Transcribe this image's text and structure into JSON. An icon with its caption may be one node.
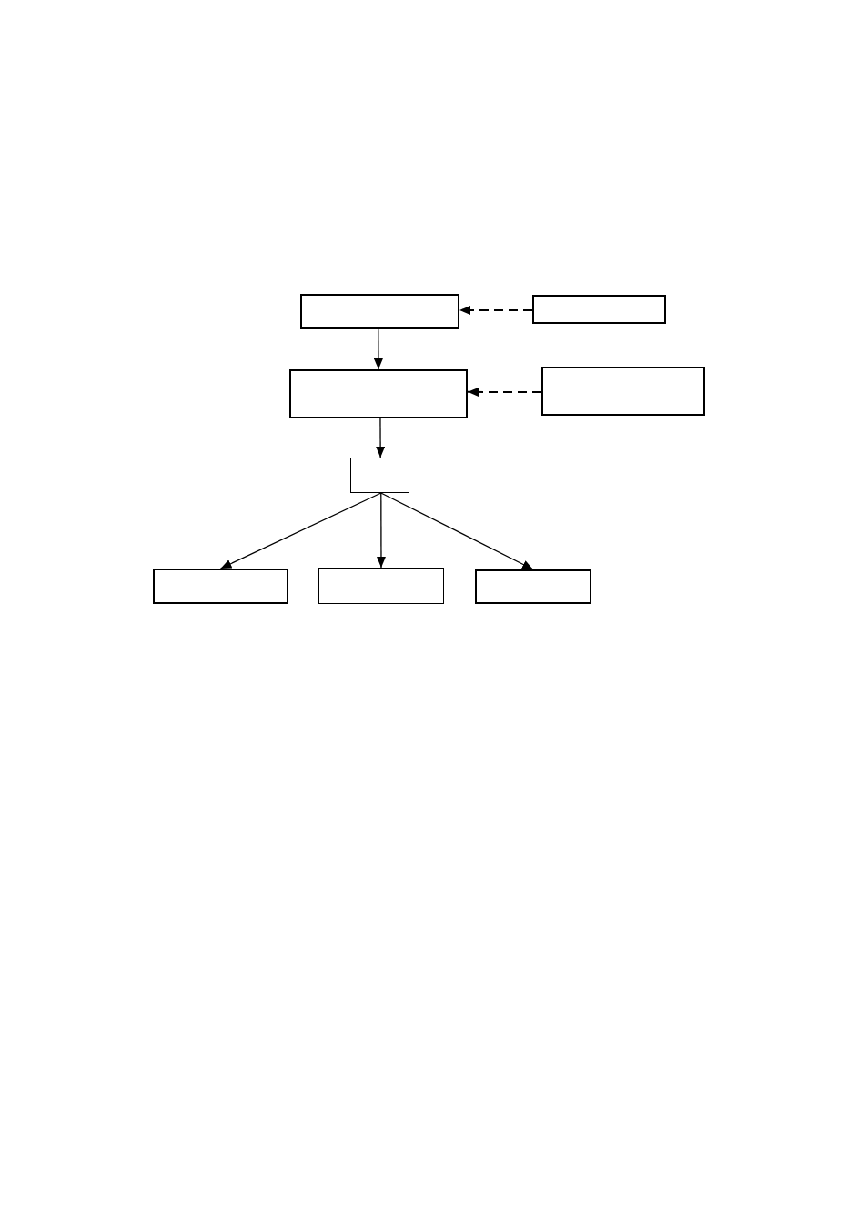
{
  "diagram": {
    "nodes": [
      {
        "text": [],
        "shape": "box"
      },
      {
        "text": [],
        "shape": "box"
      },
      {
        "text": [],
        "shape": "box"
      },
      {
        "text": [],
        "shape": "box"
      },
      {
        "text": [],
        "shape": "box"
      },
      {
        "text": [],
        "shape": "box"
      },
      {
        "text": [],
        "shape": "box"
      },
      {
        "text": [],
        "shape": "box"
      }
    ],
    "edges": [
      {
        "from": 1,
        "to": 0,
        "arrow": "to",
        "style": "dashed"
      },
      {
        "from": 0,
        "to": 2,
        "arrow": "to"
      },
      {
        "from": 3,
        "to": 2,
        "arrow": "to",
        "style": "dashed"
      },
      {
        "from": 2,
        "to": 4,
        "arrow": "to"
      },
      {
        "from": 4,
        "to": 5,
        "arrow": "to"
      },
      {
        "from": 4,
        "to": 6,
        "arrow": "to"
      },
      {
        "from": 4,
        "to": 7,
        "arrow": "to"
      }
    ]
  }
}
